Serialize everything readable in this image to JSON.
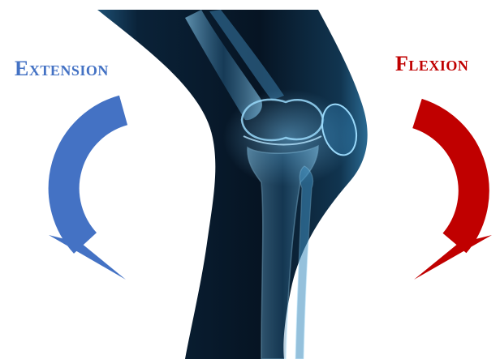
{
  "labels": {
    "extension": "Extension",
    "flexion": "Flexion"
  },
  "colors": {
    "extension": "#4472c4",
    "flexion": "#c00000",
    "background": "#ffffff",
    "xray_dark": "#071624",
    "xray_glow": "#7cc6ee"
  },
  "image": {
    "subject": "knee-xray-illustration"
  }
}
